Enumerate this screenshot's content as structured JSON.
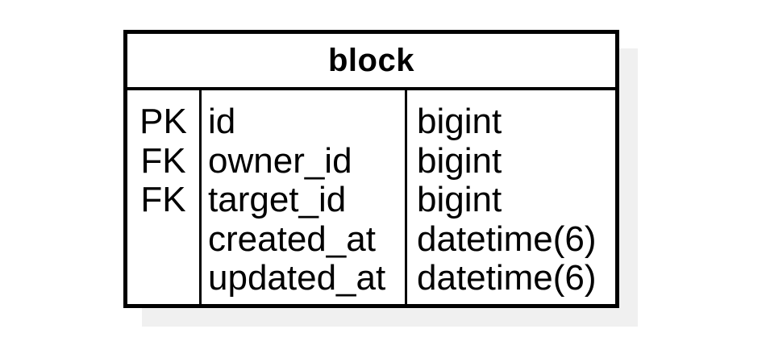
{
  "diagram": {
    "type": "er-diagram-entity",
    "entity": {
      "title": "block",
      "rows": [
        {
          "key": "PK",
          "name": "id",
          "type": "bigint"
        },
        {
          "key": "FK",
          "name": "owner_id",
          "type": "bigint"
        },
        {
          "key": "FK",
          "name": "target_id",
          "type": "bigint"
        },
        {
          "key": "",
          "name": "created_at",
          "type": "datetime(6)"
        },
        {
          "key": "",
          "name": "updated_at",
          "type": "datetime(6)"
        }
      ]
    },
    "colors": {
      "border": "#000000",
      "shadow": "#f0f0f0",
      "background": "#ffffff",
      "text": "#000000"
    }
  }
}
